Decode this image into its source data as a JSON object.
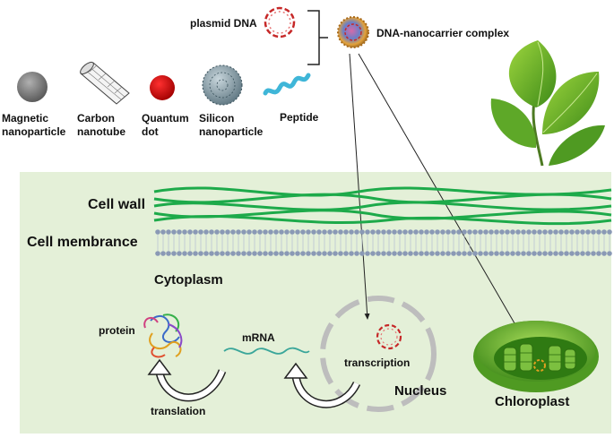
{
  "labels": {
    "plasmid_dna": "plasmid DNA",
    "complex": "DNA-nanocarrier complex",
    "magnetic": "Magnetic\nnanoparticle",
    "carbon": "Carbon\nnanotube",
    "quantum": "Quantum\ndot",
    "silicon": "Silicon\nnanoparticle",
    "peptide": "Peptide",
    "cell_wall": "Cell wall",
    "cell_membrane": "Cell membrance",
    "cytoplasm": "Cytoplasm",
    "protein": "protein",
    "mrna": "mRNA",
    "transcription": "transcription",
    "translation": "translation",
    "nucleus": "Nucleus",
    "chloroplast": "Chloroplast"
  },
  "icons": [
    "plasmid-icon",
    "nanocarrier-complex-icon",
    "magnetic-nanoparticle-icon",
    "carbon-nanotube-icon",
    "quantum-dot-icon",
    "silicon-nanoparticle-icon",
    "peptide-icon",
    "plant-leaves-icon",
    "protein-structure-icon",
    "mrna-strand-icon",
    "chloroplast-icon"
  ],
  "colors": {
    "cell_background": "#e4f0d8",
    "cell_wall": "#1daa4a",
    "membrane": "#8a99b5",
    "quantum_dot": "#d40000",
    "magnetic": "#7a7a7a",
    "plasmid": "#c62828",
    "nucleus_dash": "#bdbdbd",
    "peptide": "#3fb6d8",
    "chloroplast_outer": "#64ae2a",
    "chloroplast_inner": "#3d8a1e"
  }
}
